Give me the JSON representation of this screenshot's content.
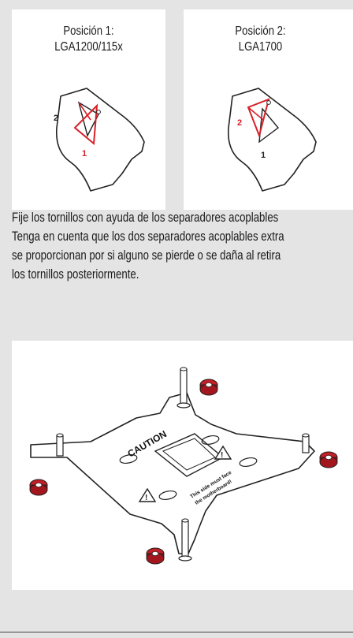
{
  "positions": [
    {
      "title_line1": "Posición 1:",
      "title_line2": "LGA1200/115x",
      "label_a": "2",
      "label_b": "1"
    },
    {
      "title_line1": "Posición 2:",
      "title_line2": "LGA1700",
      "label_a": "2",
      "label_b": "1"
    }
  ],
  "instructions": {
    "lines": [
      "Fije los tornillos con ayuda de los separadores acoplables",
      "Tenga en cuenta que los dos separadores acoplables extra",
      "se proporcionan por si alguno se pierde o se daña al retira",
      "los tornillos posteriormente."
    ]
  },
  "bracket": {
    "caution_label": "CAUTION",
    "side_text_line1": "This side must face",
    "side_text_line2": "the motherboard!"
  },
  "colors": {
    "accent_red": "#d8202a",
    "background": "#e4e4e4",
    "card": "#ffffff"
  }
}
